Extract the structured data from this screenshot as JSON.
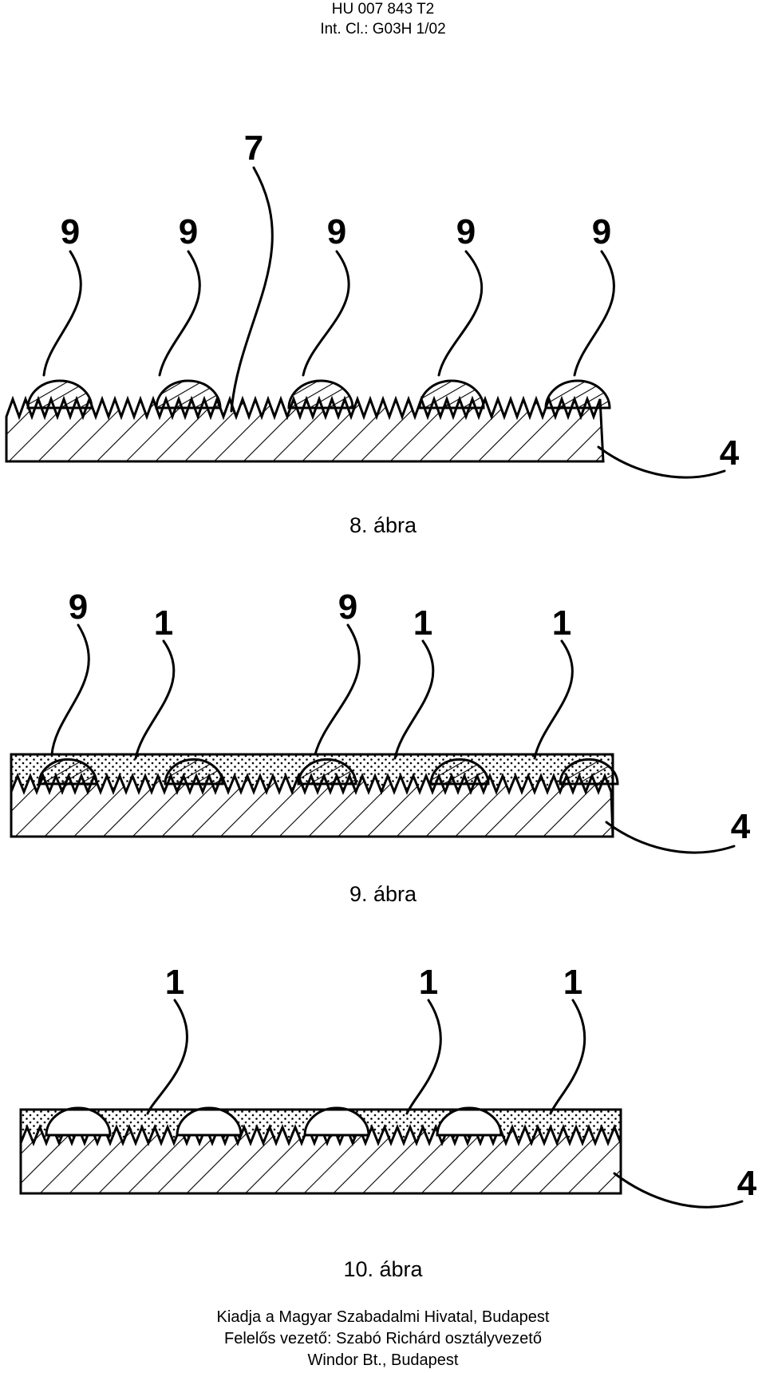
{
  "header": {
    "patent_number": "HU 007 843 T2",
    "classification": "Int. Cl.: G03H 1/02"
  },
  "figures": [
    {
      "caption": "8. ábra",
      "labels": [
        "9",
        "9",
        "7",
        "9",
        "9",
        "9",
        "4"
      ]
    },
    {
      "caption": "9. ábra",
      "labels": [
        "9",
        "1",
        "9",
        "1",
        "1",
        "4"
      ]
    },
    {
      "caption": "10. ábra",
      "labels": [
        "1",
        "1",
        "1",
        "4"
      ]
    }
  ],
  "footer": {
    "line1": "Kiadja a Magyar Szabadalmi Hivatal, Budapest",
    "line2": "Felelős vezető: Szabó Richárd osztályvezető",
    "line3": "Windor Bt., Budapest"
  }
}
